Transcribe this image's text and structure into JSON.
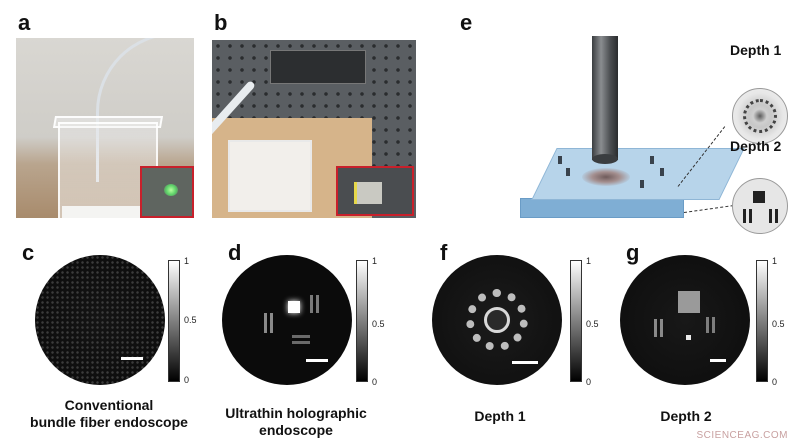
{
  "panels": {
    "a": {
      "letter": "a"
    },
    "b": {
      "letter": "b"
    },
    "c": {
      "letter": "c",
      "caption_line1": "Conventional",
      "caption_line2": "bundle fiber endoscope"
    },
    "d": {
      "letter": "d",
      "caption_line1": "Ultrathin holographic",
      "caption_line2": "endoscope"
    },
    "e": {
      "letter": "e",
      "depth1_label": "Depth 1",
      "depth2_label": "Depth 2"
    },
    "f": {
      "letter": "f",
      "caption": "Depth 1"
    },
    "g": {
      "letter": "g",
      "caption": "Depth 2"
    }
  },
  "colorbar_ticks": {
    "max": "1",
    "mid": "0.5",
    "min": "0"
  },
  "colors": {
    "inset_border": "#c8202b",
    "slab": "#b7d4ea",
    "laser": "#5fd36a"
  },
  "watermark": "SCIENCEAG.COM"
}
